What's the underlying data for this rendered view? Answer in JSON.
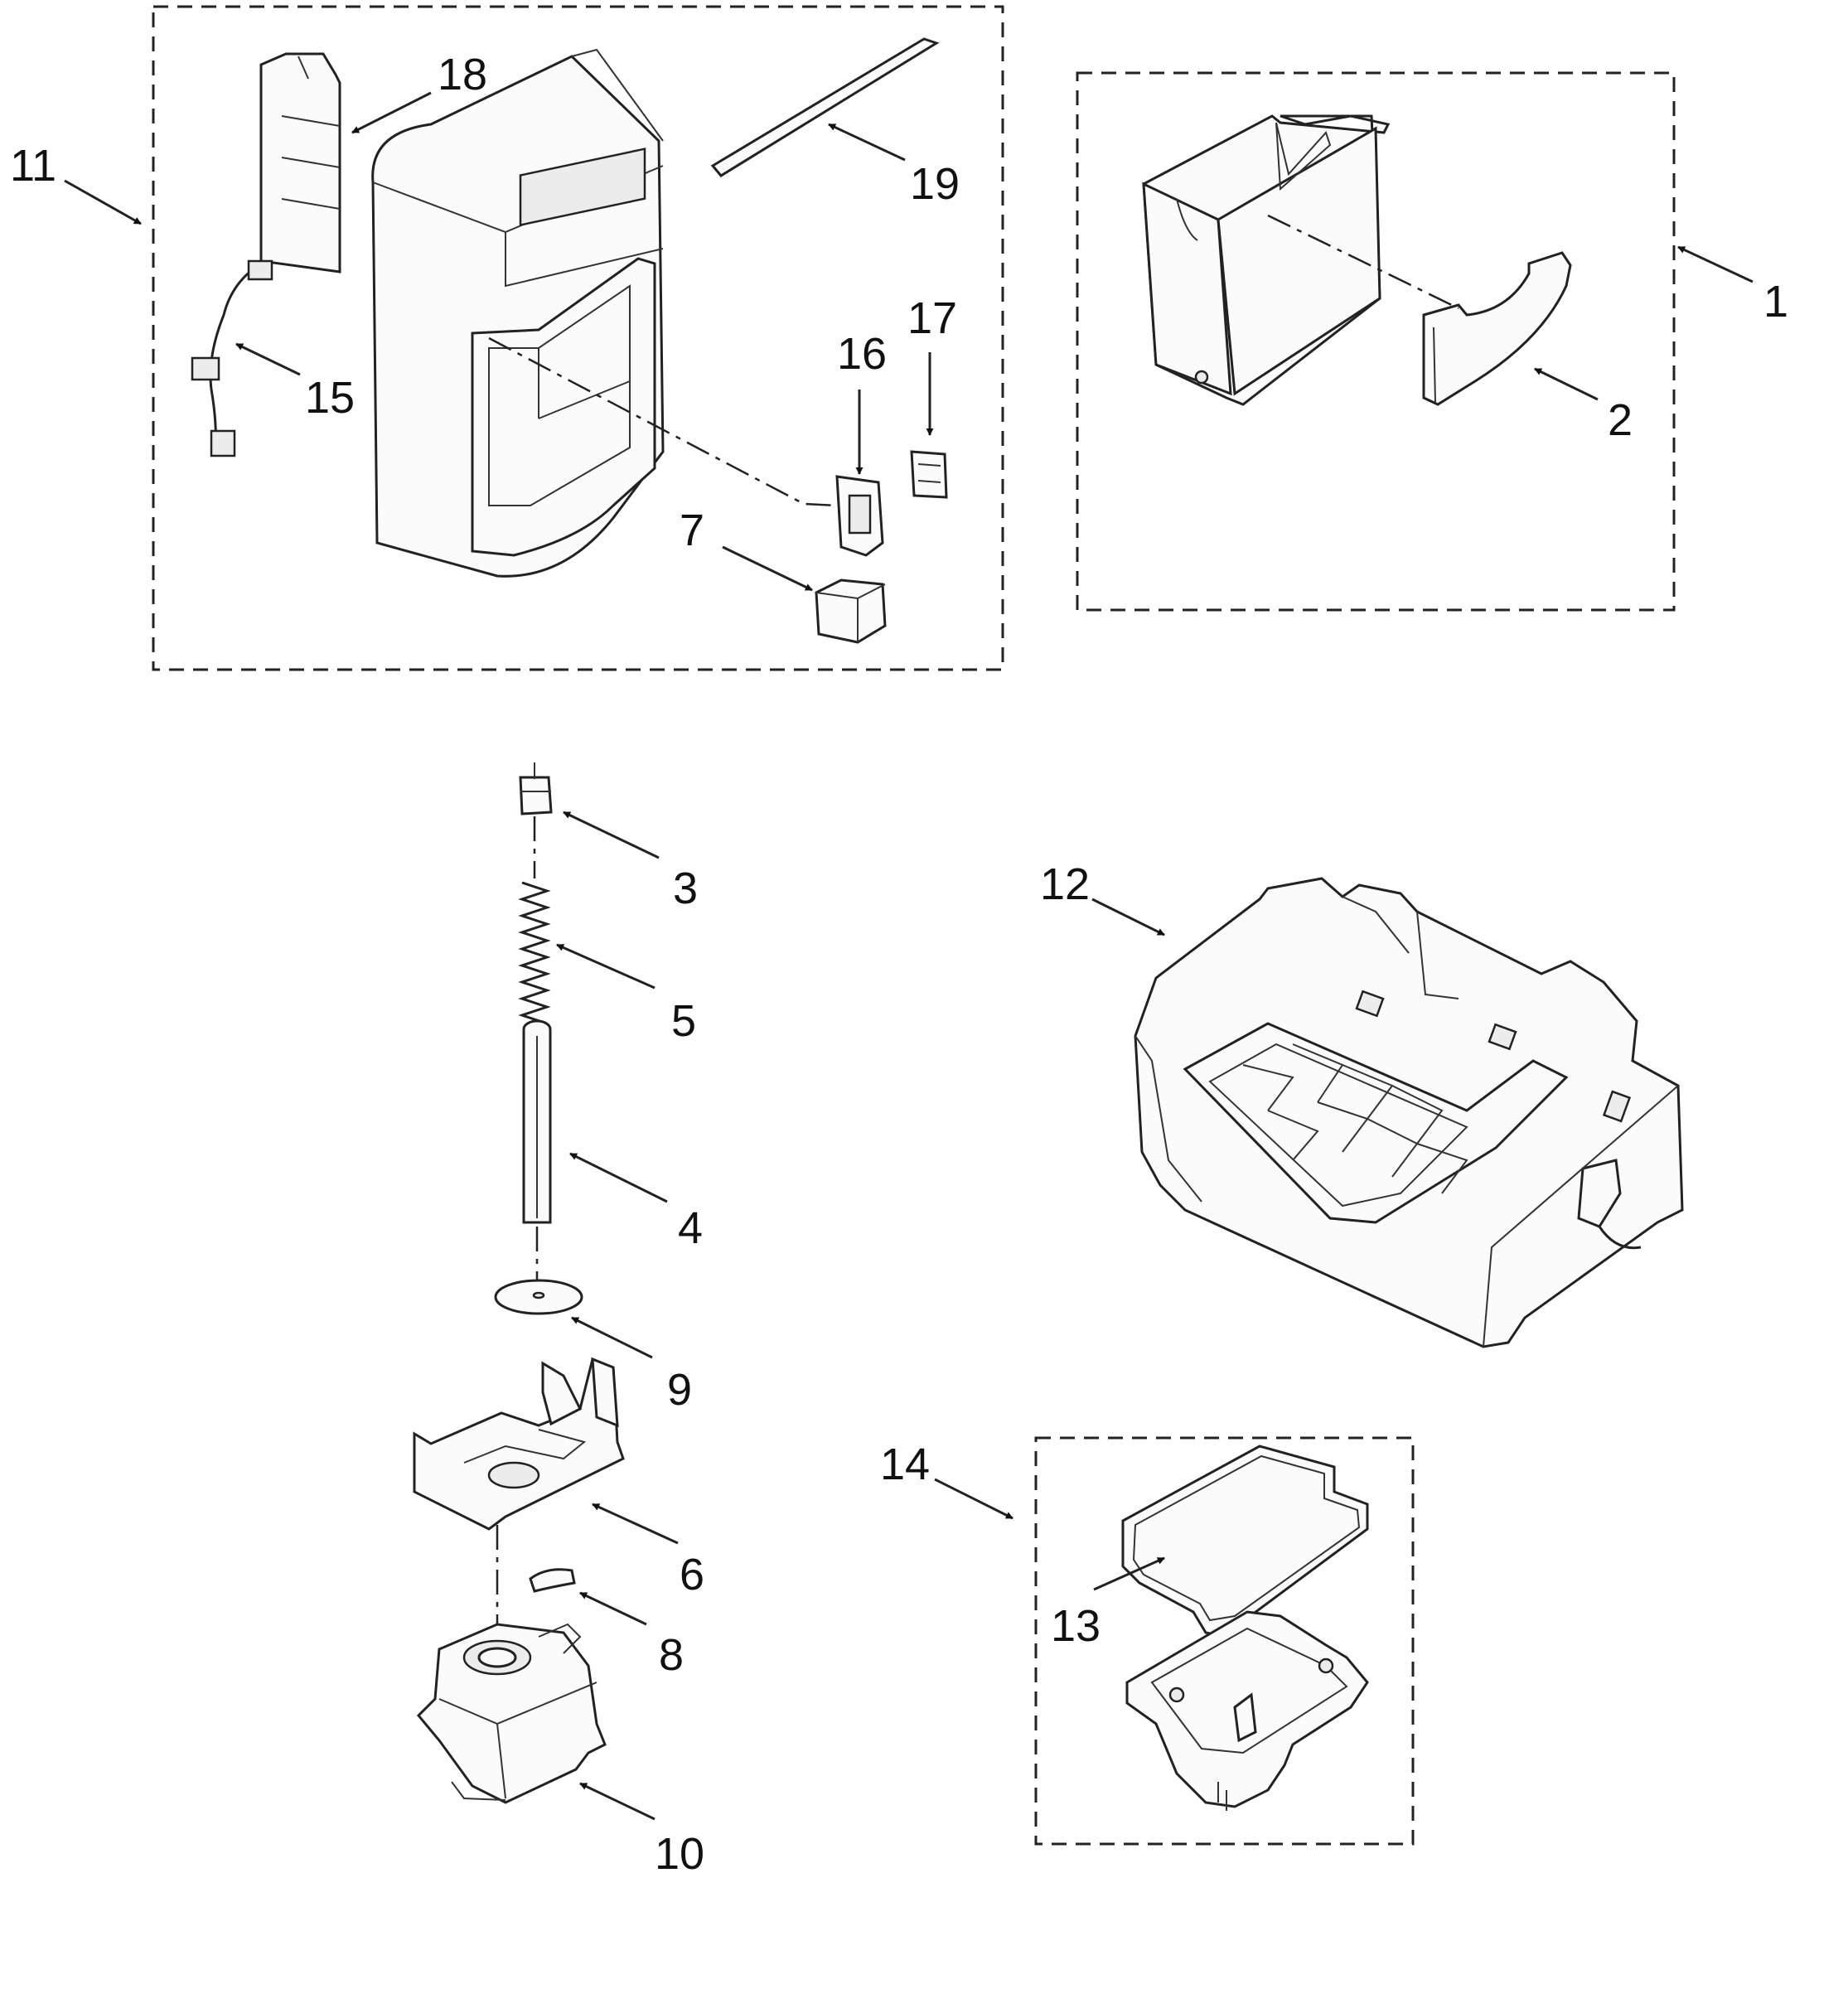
{
  "diagram": {
    "callouts": [
      {
        "id": "1",
        "text": "1"
      },
      {
        "id": "2",
        "text": "2"
      },
      {
        "id": "3",
        "text": "3"
      },
      {
        "id": "4",
        "text": "4"
      },
      {
        "id": "5",
        "text": "5"
      },
      {
        "id": "6",
        "text": "6"
      },
      {
        "id": "7",
        "text": "7"
      },
      {
        "id": "8",
        "text": "8"
      },
      {
        "id": "9",
        "text": "9"
      },
      {
        "id": "10",
        "text": "10"
      },
      {
        "id": "11",
        "text": "11"
      },
      {
        "id": "12",
        "text": "12"
      },
      {
        "id": "13",
        "text": "13"
      },
      {
        "id": "14",
        "text": "14"
      },
      {
        "id": "15",
        "text": "15"
      },
      {
        "id": "16",
        "text": "16"
      },
      {
        "id": "17",
        "text": "17"
      },
      {
        "id": "18",
        "text": "18"
      },
      {
        "id": "19",
        "text": "19"
      }
    ],
    "colors": {
      "line": "#222222",
      "background": "#ffffff",
      "part_fill": "#fbfbfb"
    }
  }
}
